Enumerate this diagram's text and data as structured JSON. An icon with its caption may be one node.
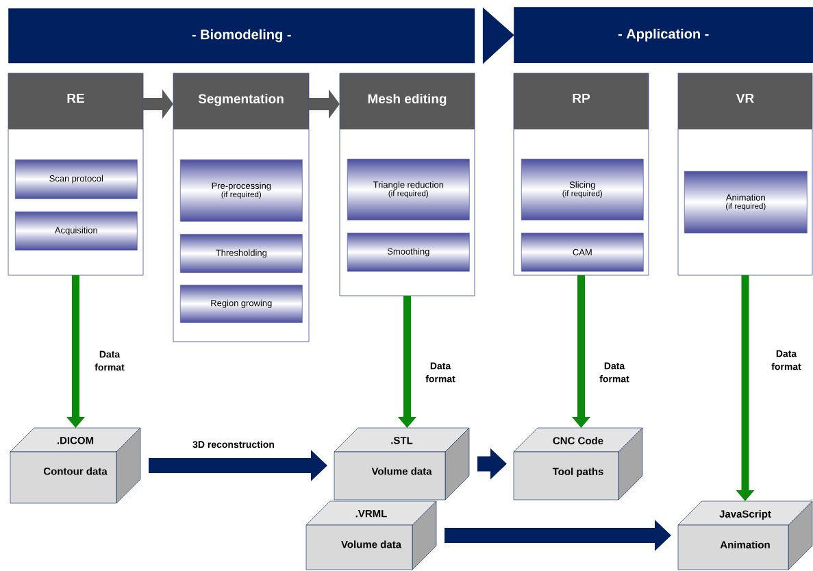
{
  "diagram": {
    "nodes": [
      {
        "text": [
          "- Biomodeling -"
        ]
      },
      {
        "text": [
          "- Application -"
        ]
      },
      {
        "text": [
          "RE"
        ]
      },
      {
        "text": [
          "Scan protocol"
        ],
        "in": 2
      },
      {
        "text": [
          "Acquisition"
        ],
        "in": 2
      },
      {
        "text": [
          "Segmentation"
        ]
      },
      {
        "text": [
          "Pre-processing",
          "(if required)"
        ],
        "in": 5
      },
      {
        "text": [
          "Thresholding"
        ],
        "in": 5
      },
      {
        "text": [
          "Region growing"
        ],
        "in": 5
      },
      {
        "text": [
          "Mesh editing"
        ]
      },
      {
        "text": [
          "Triangle reduction",
          "(if required)"
        ],
        "in": 9
      },
      {
        "text": [
          "Smoothing"
        ],
        "in": 9
      },
      {
        "text": [
          "RP"
        ]
      },
      {
        "text": [
          "Slicing",
          "(if required)"
        ],
        "in": 12
      },
      {
        "text": [
          "CAM"
        ],
        "in": 12
      },
      {
        "text": [
          "VR"
        ]
      },
      {
        "text": [
          "Animation",
          "(if required)"
        ],
        "in": 15
      },
      {
        "text": [
          ".DICOM",
          "Contour data"
        ]
      },
      {
        "text": [
          ".STL",
          "Volume data"
        ]
      },
      {
        "text": [
          ".VRML",
          "Volume data"
        ]
      },
      {
        "text": [
          "CNC Code",
          "Tool paths"
        ]
      },
      {
        "text": [
          "JavaScript",
          "Animation"
        ]
      }
    ],
    "edges": [
      {
        "from": 0,
        "to": 1,
        "arrow": "to",
        "color": "#002060"
      },
      {
        "from": 2,
        "to": 5,
        "arrow": "to",
        "color": "#595959"
      },
      {
        "from": 5,
        "to": 9,
        "arrow": "to",
        "color": "#595959"
      },
      {
        "from": 2,
        "to": 17,
        "arrow": "to",
        "label": "Data format"
      },
      {
        "from": 9,
        "to": 18,
        "arrow": "to",
        "label": "Data format"
      },
      {
        "from": 12,
        "to": 20,
        "arrow": "to",
        "label": "Data format"
      },
      {
        "from": 15,
        "to": 21,
        "arrow": "to",
        "label": "Data format"
      },
      {
        "from": 17,
        "to": 18,
        "arrow": "to",
        "label": "3D reconstruction",
        "color": "#002060"
      },
      {
        "from": 18,
        "to": 20,
        "arrow": "to",
        "color": "#002060"
      },
      {
        "from": 19,
        "to": 21,
        "arrow": "to",
        "color": "#002060"
      }
    ]
  }
}
